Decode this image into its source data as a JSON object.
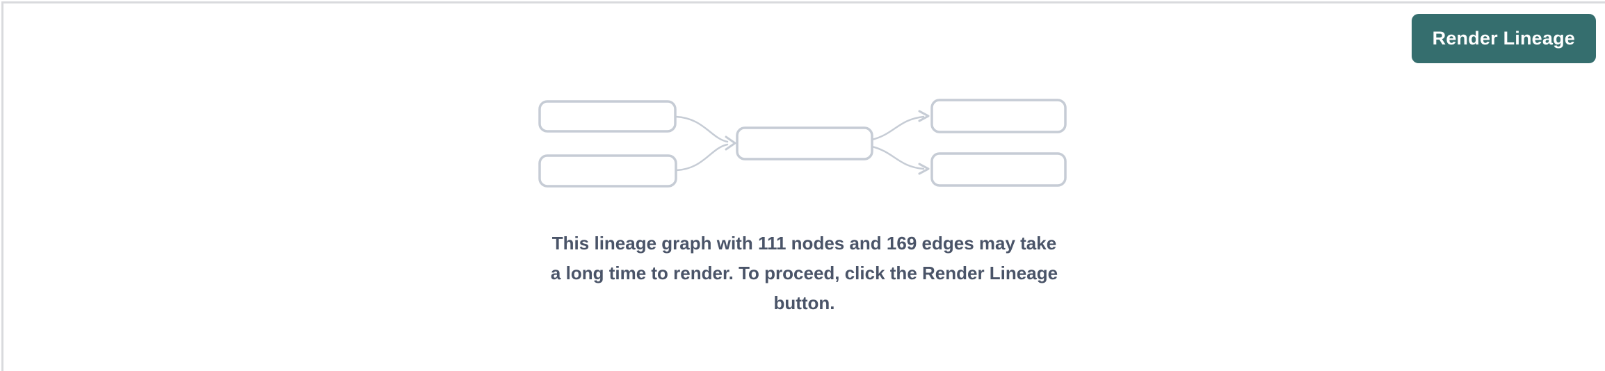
{
  "colors": {
    "accent-teal": "#356e6e",
    "panel-border": "#d9dadd",
    "illustration-gray": "#c6ccd5",
    "message-text": "#4a5468",
    "button-text": "#ffffff",
    "background": "#ffffff"
  },
  "toolbar": {
    "render_button_label": "Render Lineage"
  },
  "lineage": {
    "node_count": "111",
    "edge_count": "169"
  },
  "placeholder": {
    "illustration_icon": "lineage-graph-preview-icon",
    "message_full": "This lineage graph with 111 nodes and 169 edges may take a long time to render. To proceed, click the Render Lineage button.",
    "message_lines": [
      "This lineage graph with 111 nodes and 169 edges may take",
      "a long time to render. To proceed, click the Render Lineage",
      "button."
    ]
  }
}
